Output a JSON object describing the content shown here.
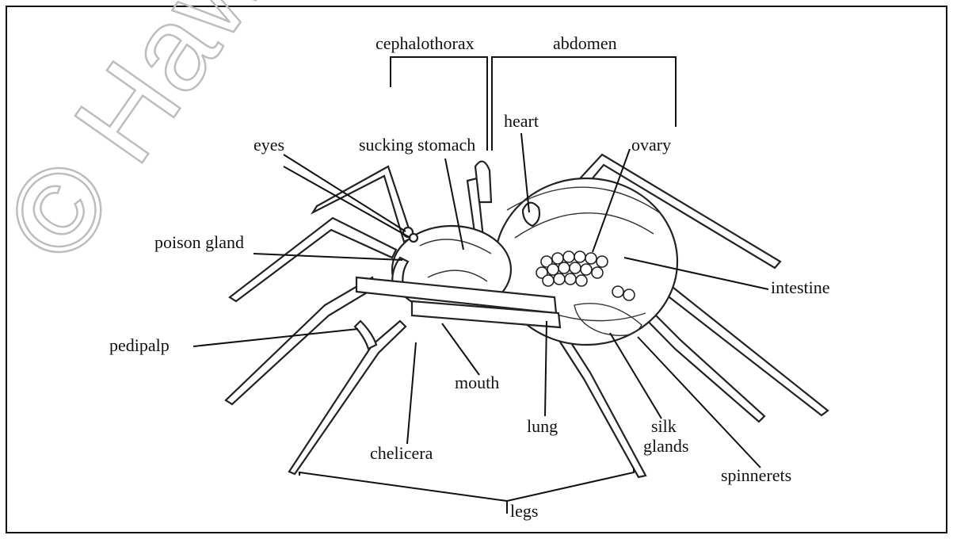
{
  "watermark": "© Hawker",
  "labels": {
    "cephalothorax": "cephalothorax",
    "abdomen": "abdomen",
    "heart": "heart",
    "eyes": "eyes",
    "sucking_stomach": "sucking stomach",
    "ovary": "ovary",
    "poison_gland": "poison gland",
    "intestine": "intestine",
    "pedipalp": "pedipalp",
    "mouth": "mouth",
    "lung": "lung",
    "silk": "silk",
    "glands": "glands",
    "chelicera": "chelicera",
    "spinnerets": "spinnerets",
    "legs": "legs"
  }
}
